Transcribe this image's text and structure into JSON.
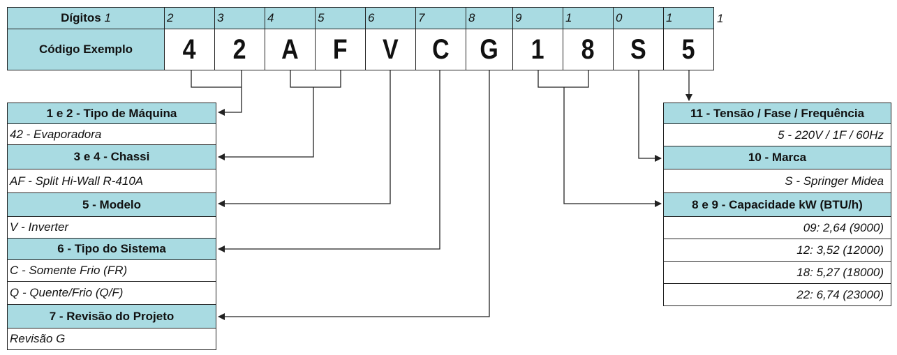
{
  "header": {
    "digits_label": "Dígitos",
    "code_label": "Código Exemplo",
    "digits": [
      "1",
      "2",
      "3",
      "4",
      "5",
      "6",
      "7",
      "8",
      "9",
      "1",
      "0",
      "1",
      "1"
    ],
    "code": [
      "4",
      "2",
      "A",
      "F",
      "V",
      "C",
      "G",
      "1",
      "8",
      "S",
      "5"
    ]
  },
  "left_boxes": [
    {
      "title": "1 e 2 - Tipo de Máquina",
      "values": [
        "42 - Evaporadora"
      ]
    },
    {
      "title": "3 e 4 - Chassi",
      "values": [
        "AF - Split Hi-Wall R-410A"
      ]
    },
    {
      "title": "5 - Modelo",
      "values": [
        "V - Inverter"
      ]
    },
    {
      "title": "6 - Tipo do Sistema",
      "values": [
        "C - Somente Frio (FR)",
        "Q - Quente/Frio (Q/F)"
      ]
    },
    {
      "title": "7 - Revisão do Projeto",
      "values": [
        "Revisão G"
      ]
    }
  ],
  "right_boxes": [
    {
      "title": "11 - Tensão / Fase / Frequência",
      "values": [
        "5 - 220V / 1F / 60Hz"
      ]
    },
    {
      "title": "10 - Marca",
      "values": [
        "S - Springer Midea"
      ]
    },
    {
      "title": "8 e 9 - Capacidade kW (BTU/h)",
      "values": [
        "09: 2,64 (9000)",
        "12: 3,52 (12000)",
        "18: 5,27 (18000)",
        "22: 6,74 (23000)"
      ]
    }
  ],
  "colors": {
    "header_fill": "#a9dbe2",
    "line": "#222222"
  }
}
